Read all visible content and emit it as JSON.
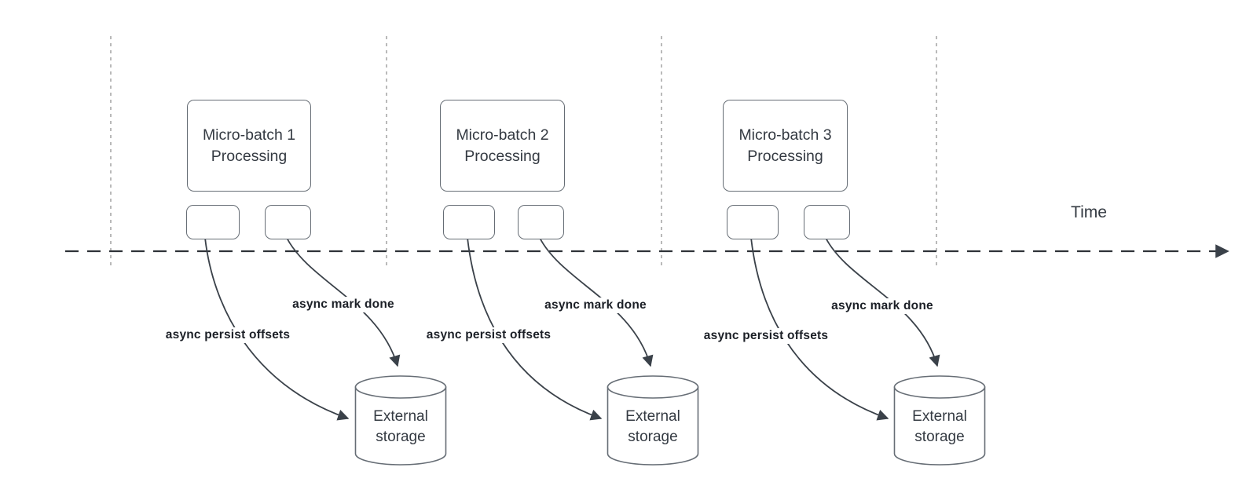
{
  "diagram": {
    "title_hint": "micro-batch async checkpointing timeline",
    "time_axis": {
      "label": "Time"
    },
    "groups": [
      {
        "process_label": "Micro-batch 1\nProcessing",
        "persist_label": "async persist offsets",
        "mark_done_label": "async mark done",
        "storage_label": "External\nstorage"
      },
      {
        "process_label": "Micro-batch 2\nProcessing",
        "persist_label": "async persist offsets",
        "mark_done_label": "async mark done",
        "storage_label": "External\nstorage"
      },
      {
        "process_label": "Micro-batch 3\nProcessing",
        "persist_label": "async persist offsets",
        "mark_done_label": "async mark done",
        "storage_label": "External\nstorage"
      }
    ],
    "colors": {
      "shape_stroke": "#666d75",
      "arrow_stroke": "#3a4149",
      "label_text": "#1b1f26",
      "shape_text": "#343a42",
      "guide_line": "#a8a8a8",
      "timeline": "#2f3338",
      "canvas_bg": "#ffffff"
    }
  }
}
